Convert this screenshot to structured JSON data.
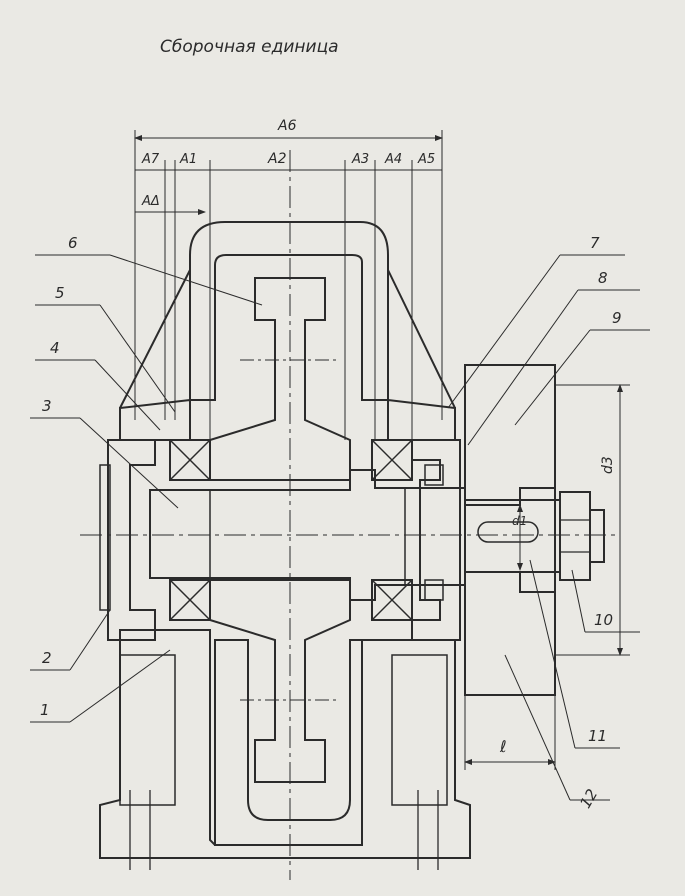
{
  "title": "Сборочная единица",
  "colors": {
    "paper": "#eae9e4",
    "ink": "#2b2b2b"
  },
  "dimensions": {
    "a6": "A6",
    "a7": "A7",
    "a1": "A1",
    "a2": "A2",
    "a3": "A3",
    "a4": "A4",
    "a5": "A5",
    "a_delta": "AΔ",
    "d3": "d3",
    "d1": "d1",
    "l": "ℓ"
  },
  "callouts": [
    "1",
    "2",
    "3",
    "4",
    "5",
    "6",
    "7",
    "8",
    "9",
    "10",
    "11",
    "12"
  ]
}
